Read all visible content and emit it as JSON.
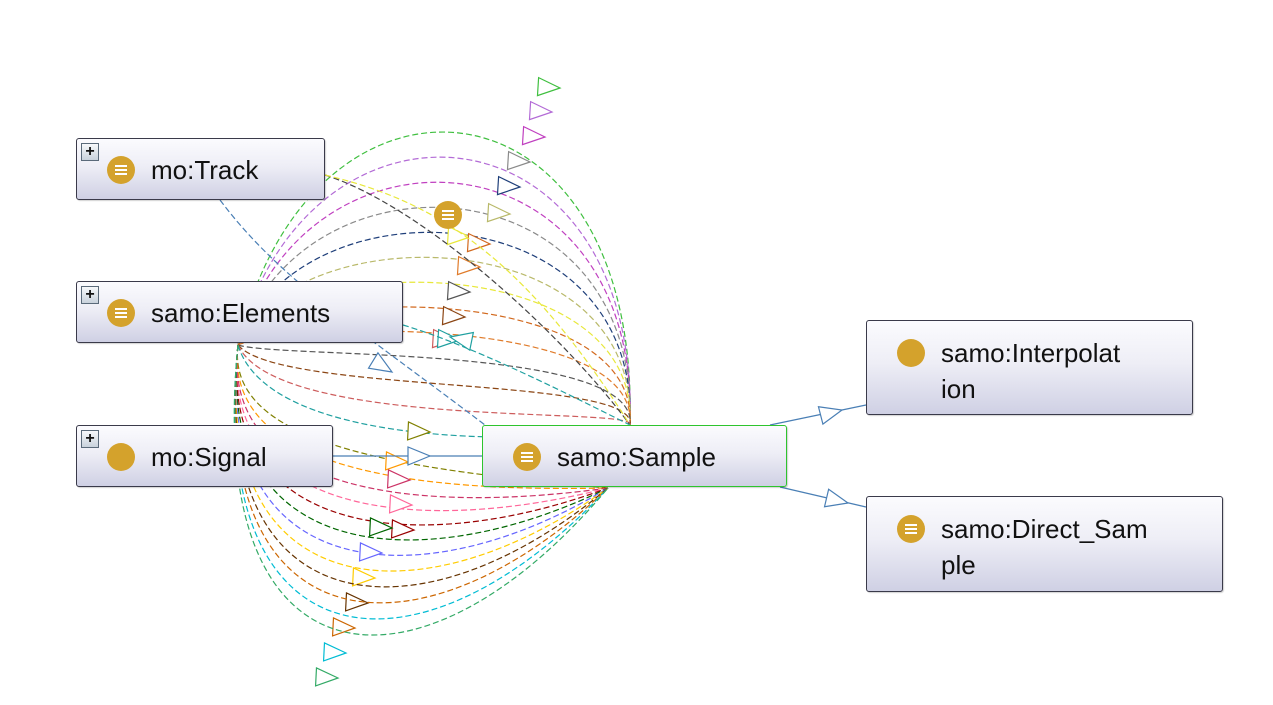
{
  "nodes": {
    "track": {
      "label": "mo:Track",
      "icon": "class-icon-defined",
      "expandable": true,
      "expander_symbol": "+"
    },
    "elements": {
      "label": "samo:Elements",
      "icon": "class-icon-defined",
      "expandable": true,
      "expander_symbol": "+"
    },
    "signal": {
      "label": "mo:Signal",
      "icon": "class-icon-primitive",
      "expandable": true,
      "expander_symbol": "+"
    },
    "sample": {
      "label": "samo:Sample",
      "icon": "class-icon-defined",
      "selected": true
    },
    "interpolation": {
      "label_line1": "samo:Interpolat",
      "label_line2": "ion",
      "icon": "class-icon-primitive"
    },
    "direct_sample": {
      "label_line1": "samo:Direct_Sam",
      "label_line2": "ple",
      "icon": "class-icon-defined"
    }
  },
  "colors": {
    "accent_icon": "#d4a22c",
    "selected_border": "#2ec42e",
    "node_border": "#3a3a4a",
    "subclass_edge": "#4a7fb5"
  },
  "edge_colors_upper": [
    "#3fbf3f",
    "#b36bd6",
    "#c040c0",
    "#8a8a8a",
    "#1f3f7a",
    "#b9b96a",
    "#e8e83a",
    "#d2691e",
    "#e07b2a",
    "#555555",
    "#8b4513",
    "#cd5c5c",
    "#20a0a0"
  ],
  "edge_colors_lower": [
    "#808000",
    "#ff9900",
    "#cc3366",
    "#ff6699",
    "#990000",
    "#006600",
    "#6666ff",
    "#ffcc00",
    "#663300",
    "#cc6600",
    "#00bcd4",
    "#33aa66"
  ]
}
